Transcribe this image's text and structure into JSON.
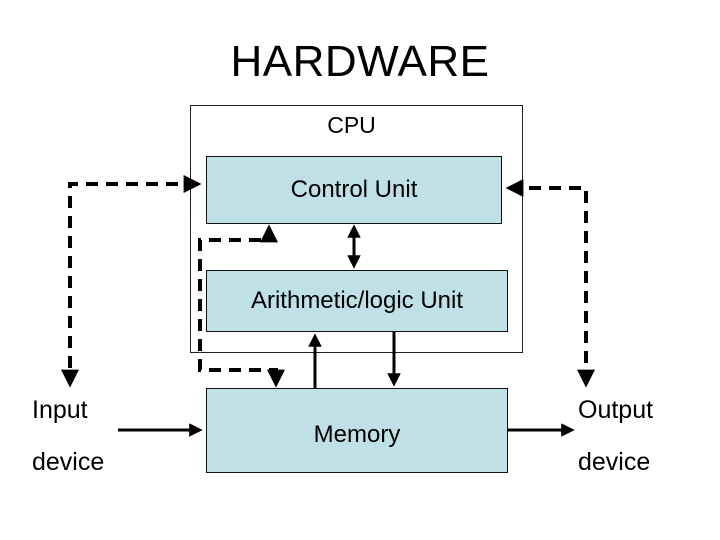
{
  "title": "HARDWARE",
  "cpu": {
    "label": "CPU",
    "control_unit": "Control Unit",
    "alu": "Arithmetic/logic Unit"
  },
  "memory": {
    "label": "Memory"
  },
  "input": {
    "line1": "Input",
    "line2": "device"
  },
  "output": {
    "line1": "Output",
    "line2": "device"
  },
  "colors": {
    "unit_fill": "#bfe0e6",
    "line": "#000000"
  }
}
